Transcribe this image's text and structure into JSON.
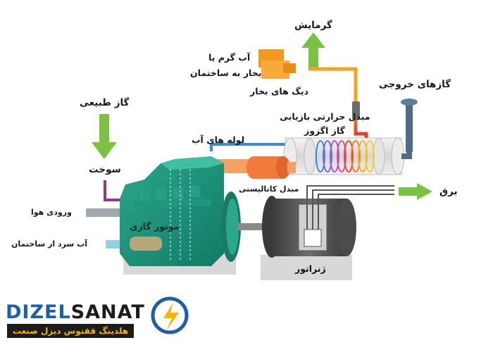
{
  "labels": {
    "heating": "گرمایش",
    "hot_water": "آب گرم یا",
    "steam_to_building": "بخار به ساختمان",
    "steam_boiler": "دیگ های بخار",
    "exhaust_gases": "گازهای خروجی",
    "natural_gas": "گاز طبیعی",
    "heat_exchanger_1": "مبدل حرارتی بازیابی",
    "heat_exchanger_2": "گاز اگزوز",
    "water_pipes": "لوله های آب",
    "fuel": "سوخت",
    "catalytic_converter": "مبدل کاتالیستی",
    "electricity": "برق",
    "air_inlet": "ورودی هوا",
    "gas_engine": "موتور گازی",
    "cold_water_from_building": "آب سرد از ساختمان",
    "generator": "ژنراتور"
  },
  "logo": {
    "part1": "DIZEL",
    "part2": "SANAT",
    "subtitle": "هلدینگ ققنوس دیزل صنعت"
  },
  "colors": {
    "engine": "#1f8f78",
    "green_arrow": "#7cc242",
    "boiler": "#f39a1e",
    "catalytic": "#f07b3a",
    "generator": "#4a4a4a",
    "logo_blue": "#1f5fa8",
    "logo_yellow": "#f4b400"
  }
}
